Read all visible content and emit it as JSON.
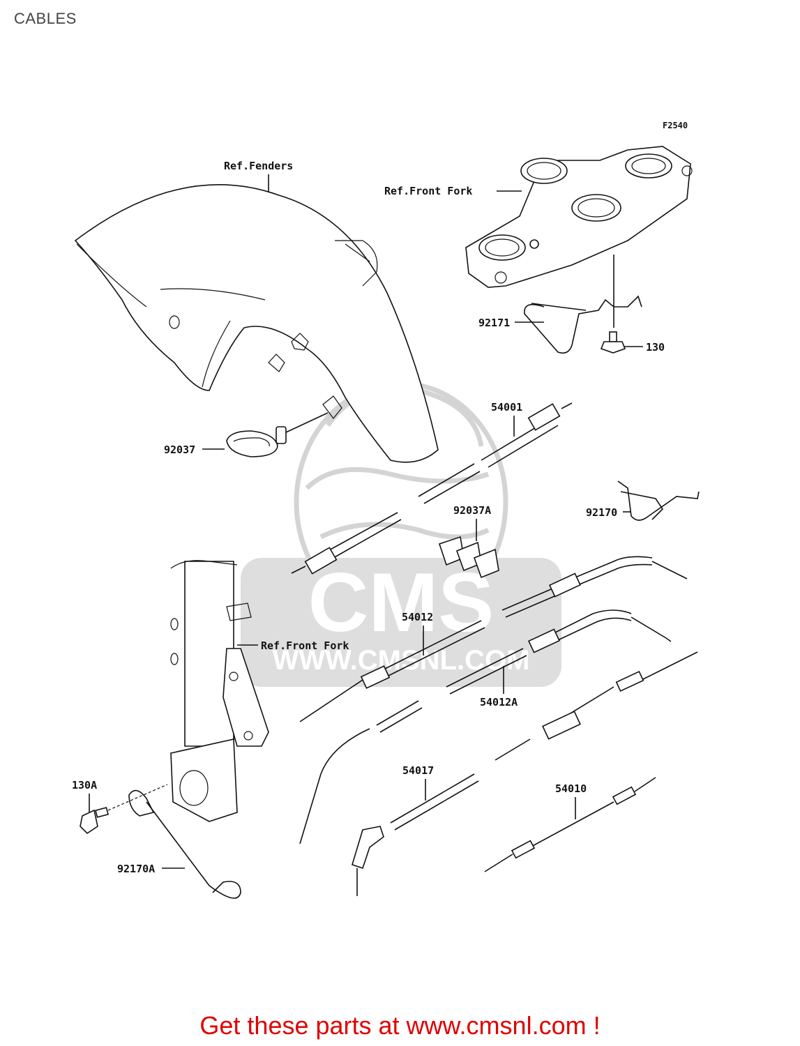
{
  "page": {
    "title": "CABLES"
  },
  "diagram": {
    "figure_code": "F2540",
    "labels": {
      "ref_fenders": "Ref.Fenders",
      "ref_front_fork_top": "Ref.Front Fork",
      "ref_front_fork_side": "Ref.Front Fork",
      "p92171": "92171",
      "p130": "130",
      "p54001": "54001",
      "p92037": "92037",
      "p92170": "92170",
      "p92037a": "92037A",
      "p54012": "54012",
      "p54012a": "54012A",
      "p54017": "54017",
      "p54010": "54010",
      "p130a": "130A",
      "p92170a": "92170A"
    }
  },
  "watermark": {
    "logo_text": "CMS",
    "url_text": "WWW.CMSNL.COM"
  },
  "footer": {
    "text": "Get these parts at www.cmsnl.com !"
  }
}
